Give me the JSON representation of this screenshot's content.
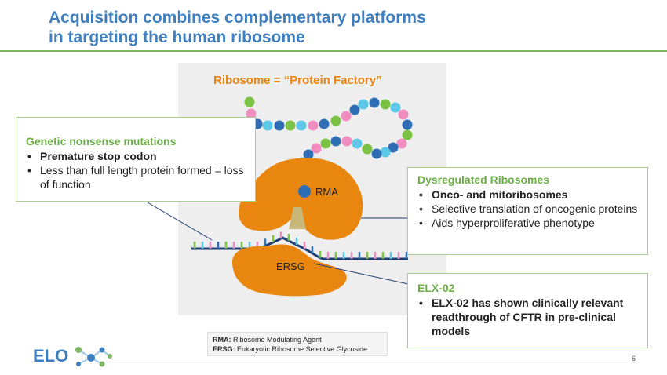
{
  "title_line1": "Acquisition combines complementary platforms",
  "title_line2": "in targeting the human ribosome",
  "diagram": {
    "heading": "Ribosome = “Protein Factory”",
    "rma_label": "RMA",
    "ersg_label": "ERSG"
  },
  "box_genetic": {
    "title": "Genetic nonsense mutations",
    "item1": "Premature stop codon",
    "item2": "Less than full length protein formed = loss of function"
  },
  "box_dysregulated": {
    "title": "Dysregulated Ribosomes",
    "item1": "Onco- and mitoribosomes",
    "item2": "Selective translation of oncogenic proteins",
    "item3": "Aids hyperproliferative phenotype"
  },
  "box_elx": {
    "title": "ELX-02",
    "item1": "ELX-02 has shown clinically relevant readthrough of CFTR in pre-clinical models"
  },
  "legend": {
    "rma_abbr": "RMA:",
    "rma_def": "Ribosome Modulating Agent",
    "ersg_abbr": "ERSG:",
    "ersg_def": "Eukaryotic Ribosome Selective Glycoside"
  },
  "logo_text": "ELO",
  "page_number": "6",
  "colors": {
    "title": "#3f7fbf",
    "accent_green": "#6aae45",
    "ribosome_orange": "#e8860f",
    "rma_blue": "#2f6db5"
  }
}
